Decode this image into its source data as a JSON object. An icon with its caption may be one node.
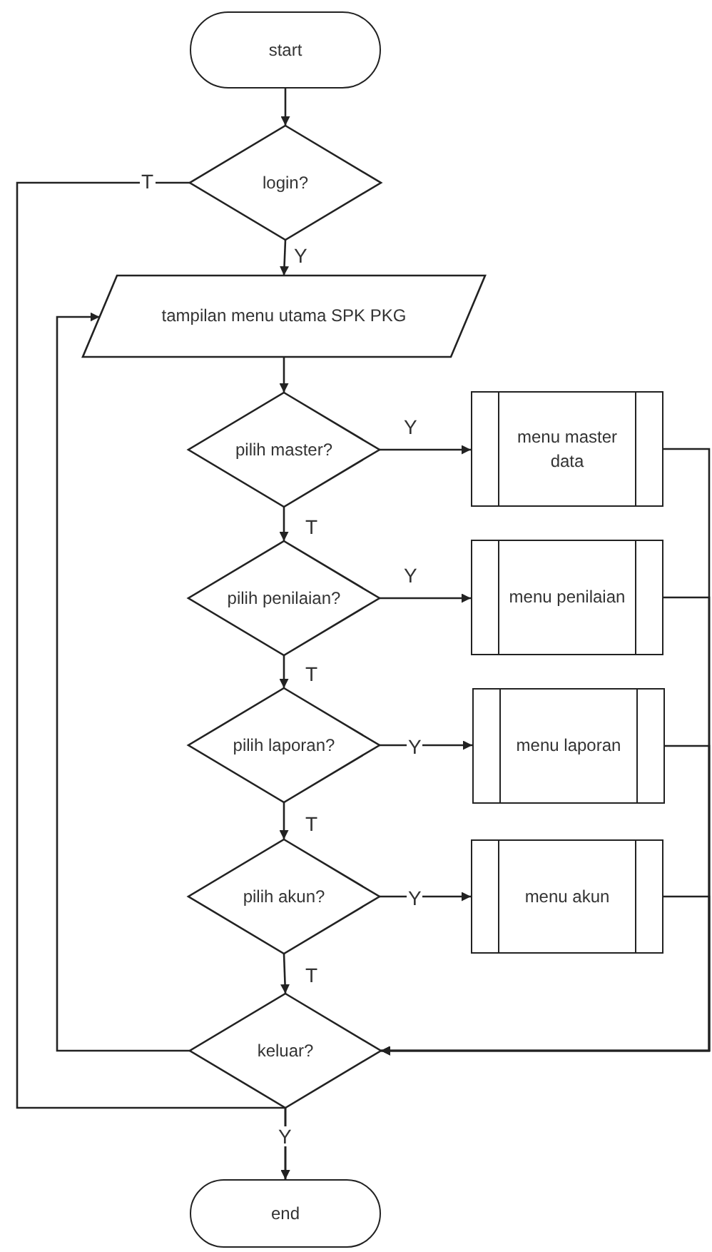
{
  "diagram": {
    "nodes": [
      {
        "text": [
          "start"
        ]
      },
      {
        "text": [
          "login?"
        ]
      },
      {
        "text": [
          "tampilan menu utama SPK PKG"
        ]
      },
      {
        "text": [
          "pilih master?"
        ]
      },
      {
        "text": [
          "menu master data"
        ]
      },
      {
        "text": [
          "pilih penilaian?"
        ]
      },
      {
        "text": [
          "menu penilaian"
        ]
      },
      {
        "text": [
          "pilih laporan?"
        ]
      },
      {
        "text": [
          "menu laporan"
        ]
      },
      {
        "text": [
          "pilih akun?"
        ]
      },
      {
        "text": [
          "menu akun"
        ]
      },
      {
        "text": [
          "keluar?"
        ]
      },
      {
        "text": [
          "end"
        ]
      }
    ],
    "edges": [
      {
        "from": 0,
        "to": 1,
        "arrow": "to"
      },
      {
        "from": 1,
        "to": 2,
        "arrow": "to",
        "label": "Y"
      },
      {
        "from": 1,
        "to": 12,
        "arrow": "to",
        "label": "T"
      },
      {
        "from": 2,
        "to": 3,
        "arrow": "to"
      },
      {
        "from": 3,
        "to": 4,
        "arrow": "to",
        "label": "Y"
      },
      {
        "from": 3,
        "to": 5,
        "arrow": "to",
        "label": "T"
      },
      {
        "from": 5,
        "to": 6,
        "arrow": "to",
        "label": "Y"
      },
      {
        "from": 5,
        "to": 7,
        "arrow": "to",
        "label": "T"
      },
      {
        "from": 7,
        "to": 8,
        "arrow": "to",
        "label": "Y"
      },
      {
        "from": 7,
        "to": 9,
        "arrow": "to",
        "label": "T"
      },
      {
        "from": 9,
        "to": 10,
        "arrow": "to",
        "label": "Y"
      },
      {
        "from": 9,
        "to": 11,
        "arrow": "to",
        "label": "T"
      },
      {
        "from": 4,
        "to": 11,
        "arrow": "to"
      },
      {
        "from": 6,
        "to": 11,
        "arrow": "to"
      },
      {
        "from": 8,
        "to": 11,
        "arrow": "to"
      },
      {
        "from": 10,
        "to": 11,
        "arrow": "to"
      },
      {
        "from": 11,
        "to": 2,
        "arrow": "to"
      },
      {
        "from": 11,
        "to": 12,
        "arrow": "to",
        "label": "Y"
      }
    ]
  }
}
